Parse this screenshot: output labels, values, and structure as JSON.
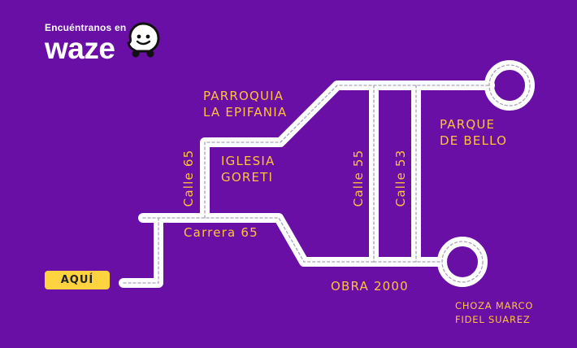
{
  "brand": {
    "tagline": "Encuéntranos en",
    "name": "waze",
    "logo_icon": "waze-ghost-icon"
  },
  "colors": {
    "background": "#6a0fa6",
    "road": "#ffffff",
    "label": "#ffc23a",
    "badge": "#ffd23f"
  },
  "start_marker": "AQUÍ",
  "streets": {
    "calle_65": "Calle 65",
    "calle_55": "Calle 55",
    "calle_53": "Calle 53",
    "carrera_65": "Carrera 65"
  },
  "landmarks": {
    "parroquia": [
      "PARROQUIA",
      "LA EPIFANIA"
    ],
    "iglesia": [
      "IGLESIA",
      "GORETI"
    ],
    "parque": [
      "PARQUE",
      "DE BELLO"
    ],
    "obra": "OBRA 2000",
    "choza": [
      "CHOZA MARCO",
      "FIDEL SUAREZ"
    ]
  }
}
